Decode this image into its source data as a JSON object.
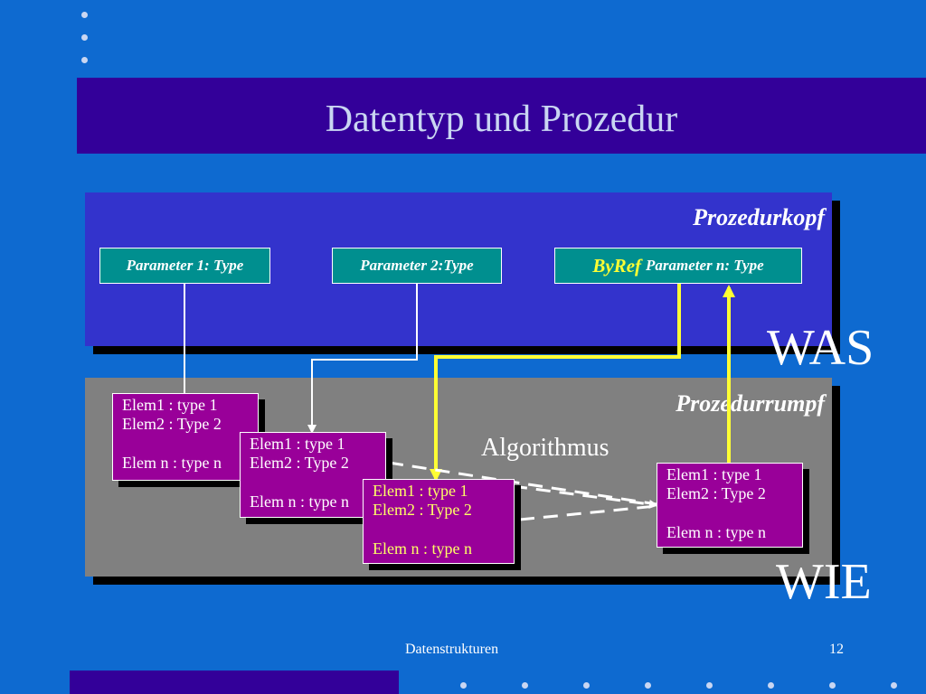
{
  "title": "Datentyp und Prozedur",
  "head_label": "Prozedurkopf",
  "body_label": "Prozedurrumpf",
  "params": [
    {
      "label": "Parameter 1: Type"
    },
    {
      "label": "Parameter 2:Type"
    },
    {
      "prefix": "ByRef",
      "label": "Parameter n: Type"
    }
  ],
  "records": [
    {
      "line1": "Elem1 : type 1",
      "line2": "Elem2 : Type 2",
      "line3": "Elem n : type n"
    },
    {
      "line1": "Elem1 : type 1",
      "line2": "Elem2 : Type 2",
      "line3": "Elem n : type n"
    },
    {
      "line1": "Elem1 : type 1",
      "line2": "Elem2 : Type 2",
      "line3": "Elem n : type n"
    },
    {
      "line1": "Elem1 : type 1",
      "line2": "Elem2 : Type 2",
      "line3": "Elem n : type n"
    }
  ],
  "algorithm_label": "Algorithmus",
  "was_label": "WAS",
  "wie_label": "WIE",
  "footer_text": "Datenstrukturen",
  "page_number": "12",
  "colors": {
    "background": "#0e6ad0",
    "title_band": "#330099",
    "head_panel": "#3333cc",
    "body_panel": "#808080",
    "param_box": "#008f8f",
    "record_box": "#990099",
    "highlight": "#ffff33"
  }
}
